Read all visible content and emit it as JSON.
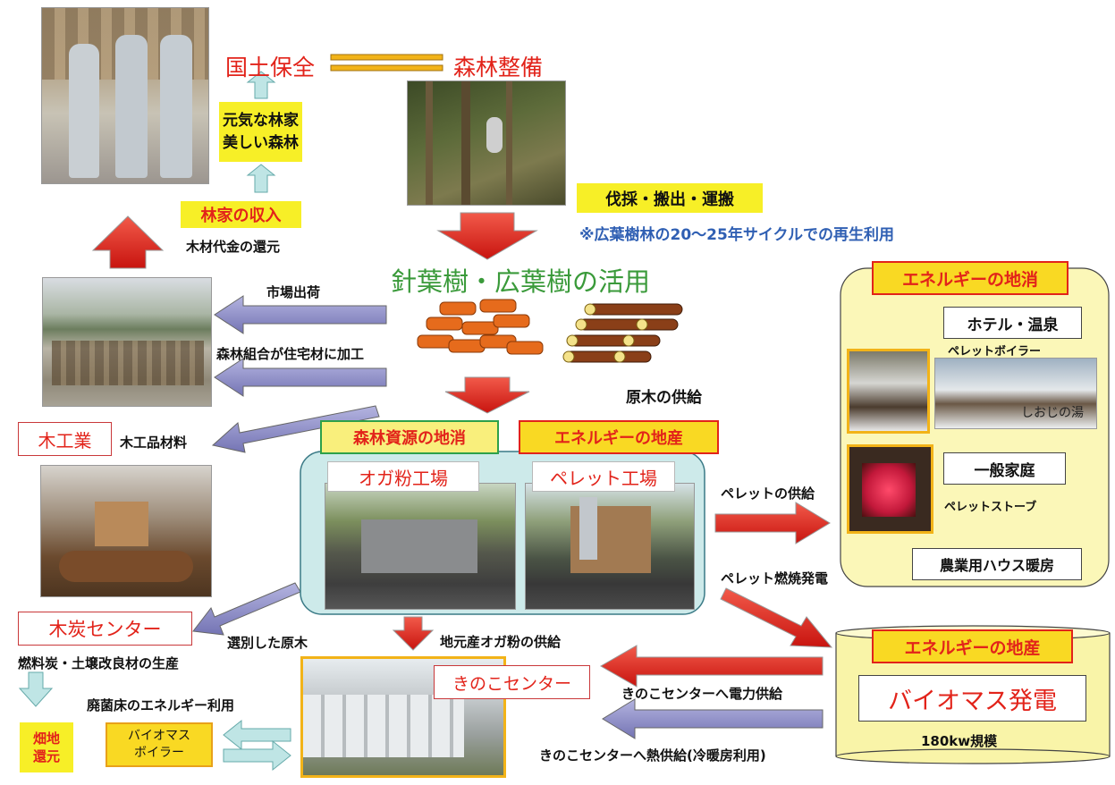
{
  "top": {
    "kokudo": "国土保全",
    "shinrin_seibi": "森林整備",
    "genki1": "元気な林家",
    "genki2": "美しい森林",
    "ringa_income": "林家の収入",
    "mokuzai_kangen": "木材代金の還元",
    "bassai": "伐採・搬出・運搬",
    "cycle_note": "※広葉樹林の20〜25年サイクルでの再生利用"
  },
  "middle": {
    "katsuyo": "針葉樹・広葉樹の活用",
    "shijo": "市場出荷",
    "kumiai": "森林組合が住宅材に加工",
    "genboku": "原木の供給",
    "mokkogyo": "木工業",
    "mokkohin": "木工品材料"
  },
  "center": {
    "chisho": "森林資源の地消",
    "chisan": "エネルギーの地産",
    "oga_factory": "オガ粉工場",
    "pellet_factory": "ペレット工場",
    "pellet_supply": "ペレットの供給",
    "pellet_power": "ペレット燃焼発電",
    "oga_supply": "地元産オガ粉の供給",
    "senbetsu": "選別した原木"
  },
  "right": {
    "energy_chisho": "エネルギーの地消",
    "hotel": "ホテル・温泉",
    "pellet_boiler": "ペレットボイラー",
    "onsen_sign": "しおじの湯",
    "katei": "一般家庭",
    "stove": "ペレットストーブ",
    "nogyo": "農業用ハウス暖房",
    "energy_chisan2": "エネルギーの地産",
    "biomass": "バイオマス発電",
    "scale": "180kw規模"
  },
  "bottom": {
    "charcoal_center": "木炭センター",
    "charcoal_prod": "燃料炭・土壌改良材の生産",
    "haikinsho": "廃菌床のエネルギー利用",
    "hatachi1": "畑地",
    "hatachi2": "還元",
    "boiler1": "バイオマス",
    "boiler2": "ボイラー",
    "kinoko": "きのこセンター",
    "kinoko_power": "きのこセンターへ電力供給",
    "kinoko_heat": "きのこセンターへ熱供給(冷暖房利用)"
  },
  "colors": {
    "red_arrow": "#e2231a",
    "purple_arrow": "#8e8ec7",
    "cyan_arrow": "#9fd6d6",
    "yellow": "#f7ef27",
    "green_text": "#3a9a3a",
    "blue_text": "#2f5fb3"
  }
}
